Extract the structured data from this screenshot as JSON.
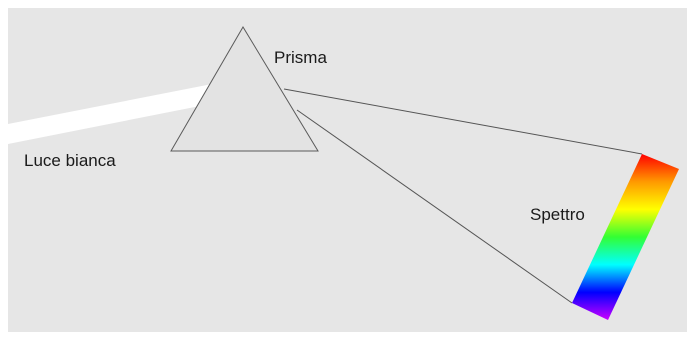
{
  "labels": {
    "white_light": "Luce bianca",
    "prism": "Prisma",
    "spectrum": "Spettro"
  },
  "colors": {
    "background": "#e6e6e6",
    "border": "#ffffff",
    "prism_fill": "#e3e3e3",
    "prism_stroke": "#5a5a5a",
    "beam": "#ffffff",
    "rays": "#555555",
    "text": "#1a1a1a"
  },
  "spectrum_colors": [
    "#ff0000",
    "#ff9900",
    "#ffff00",
    "#33ff33",
    "#00ffff",
    "#0000ff",
    "#cc00ff"
  ]
}
